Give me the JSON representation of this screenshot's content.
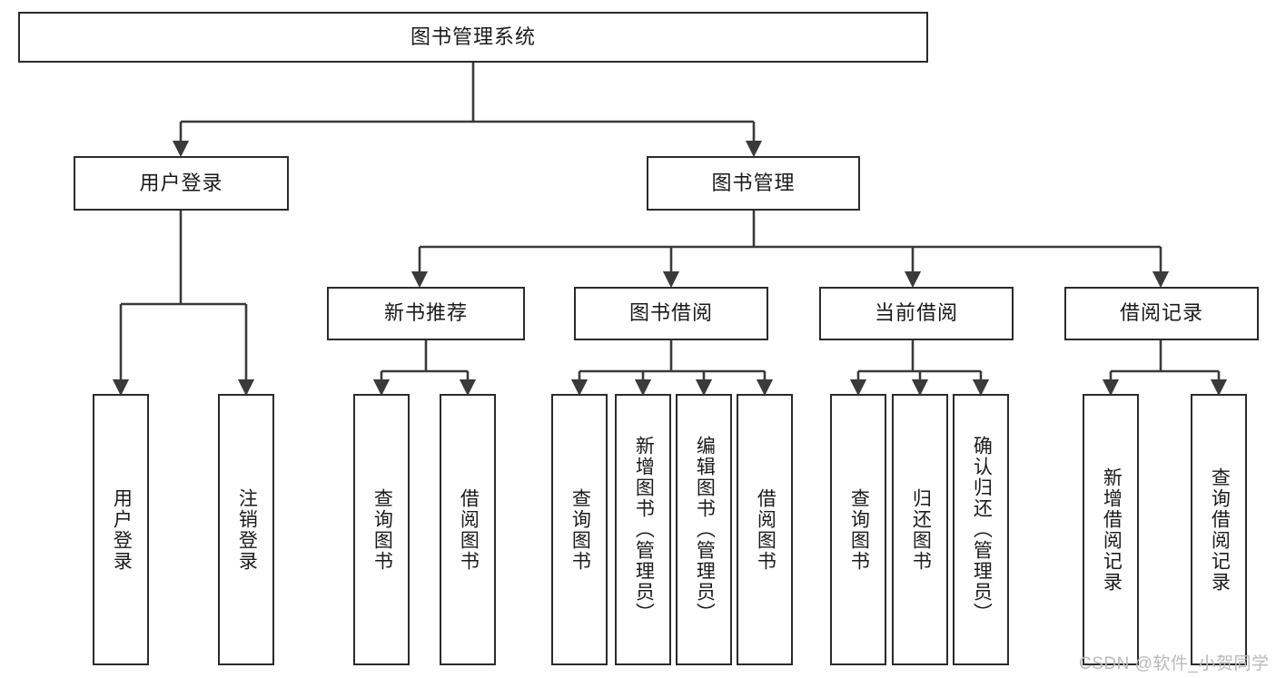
{
  "diagram": {
    "type": "tree",
    "title": "图书管理系统",
    "orientation": "top-down",
    "colors": {
      "box_border": "#2b2b2b",
      "box_fill": "#ffffff",
      "edge": "#3a3a3a",
      "text": "#1a1a1a",
      "watermark": "#b9b9b9",
      "background": "#ffffff"
    },
    "levels": {
      "root": "图书管理系统",
      "level2": [
        "用户登录",
        "图书管理"
      ],
      "level3": [
        "新书推荐",
        "图书借阅",
        "当前借阅",
        "借阅记录"
      ]
    }
  },
  "nodes": {
    "root": {
      "label": "图书管理系统"
    },
    "user_login": {
      "label": "用户登录"
    },
    "book_manage": {
      "label": "图书管理"
    },
    "new_book_rec": {
      "label": "新书推荐"
    },
    "book_borrow": {
      "label": "图书借阅"
    },
    "current_borrow": {
      "label": "当前借阅"
    },
    "borrow_record": {
      "label": "借阅记录"
    },
    "leaf_user_login": {
      "label": "用户登录"
    },
    "leaf_logout": {
      "label": "注销登录"
    },
    "leaf_query_book_1": {
      "label": "查询图书"
    },
    "leaf_borrow_book_1": {
      "label": "借阅图书"
    },
    "leaf_query_book_2": {
      "label": "查询图书"
    },
    "leaf_add_book_admin": {
      "label": "新增图书（管理员）"
    },
    "leaf_edit_book_admin": {
      "label": "编辑图书（管理员）"
    },
    "leaf_borrow_book_2": {
      "label": "借阅图书"
    },
    "leaf_query_book_3": {
      "label": "查询图书"
    },
    "leaf_return_book": {
      "label": "归还图书"
    },
    "leaf_confirm_return_admin": {
      "label": "确认归还（管理员）"
    },
    "leaf_add_borrow_record": {
      "label": "新增借阅记录"
    },
    "leaf_query_borrow_record": {
      "label": "查询借阅记录"
    }
  },
  "edges": [
    {
      "from": "root",
      "to": "user_login"
    },
    {
      "from": "root",
      "to": "book_manage"
    },
    {
      "from": "user_login",
      "to": "leaf_user_login"
    },
    {
      "from": "user_login",
      "to": "leaf_logout"
    },
    {
      "from": "book_manage",
      "to": "new_book_rec"
    },
    {
      "from": "book_manage",
      "to": "book_borrow"
    },
    {
      "from": "book_manage",
      "to": "current_borrow"
    },
    {
      "from": "book_manage",
      "to": "borrow_record"
    },
    {
      "from": "new_book_rec",
      "to": "leaf_query_book_1"
    },
    {
      "from": "new_book_rec",
      "to": "leaf_borrow_book_1"
    },
    {
      "from": "book_borrow",
      "to": "leaf_query_book_2"
    },
    {
      "from": "book_borrow",
      "to": "leaf_add_book_admin"
    },
    {
      "from": "book_borrow",
      "to": "leaf_edit_book_admin"
    },
    {
      "from": "book_borrow",
      "to": "leaf_borrow_book_2"
    },
    {
      "from": "current_borrow",
      "to": "leaf_query_book_3"
    },
    {
      "from": "current_borrow",
      "to": "leaf_return_book"
    },
    {
      "from": "current_borrow",
      "to": "leaf_confirm_return_admin"
    },
    {
      "from": "borrow_record",
      "to": "leaf_add_borrow_record"
    },
    {
      "from": "borrow_record",
      "to": "leaf_query_borrow_record"
    }
  ],
  "watermark": {
    "text": "CSDN @软件_小贺同学"
  }
}
